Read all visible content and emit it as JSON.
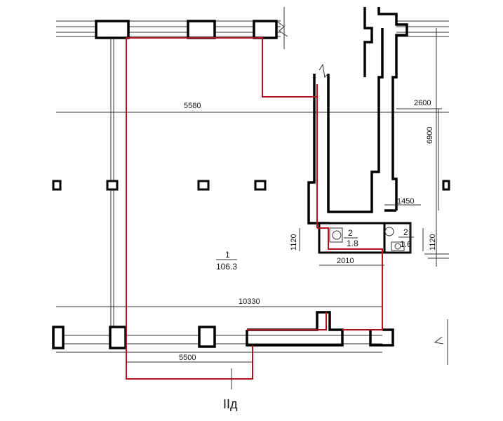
{
  "dimensions": {
    "top_width": "5580",
    "right_height": "6900",
    "right_top": "2600",
    "wc_width": "1450",
    "wc_height_left": "1120",
    "wc_height_right": "1120",
    "wc_bottom": "2010",
    "main_width": "10330",
    "bottom_width": "5500"
  },
  "rooms": {
    "main": {
      "number": "1",
      "area": "106.3"
    },
    "wc_a": {
      "number": "2",
      "area": "1.8"
    },
    "wc_b": {
      "number": "2",
      "area": "1.6"
    }
  },
  "axis_label": "IIд",
  "colors": {
    "boundary": "#b3121a",
    "walls": "#000000"
  }
}
